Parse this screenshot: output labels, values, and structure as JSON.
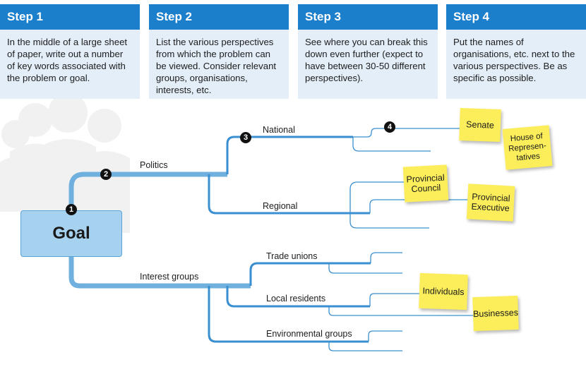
{
  "steps": [
    {
      "title": "Step 1",
      "text": "In the middle of a large sheet of paper, write out a number of key words associated with the problem or goal."
    },
    {
      "title": "Step 2",
      "text": "List the various perspectives from which the problem can be viewed. Consider relevant groups, organisations, interests, etc."
    },
    {
      "title": "Step 3",
      "text": "See where you can break this down even further (expect to have between 30-50 different perspectives)."
    },
    {
      "title": "Step 4",
      "text": "Put the names of organisations, etc. next to the various perspectives. Be as specific as possible."
    }
  ],
  "goal": "Goal",
  "branches": {
    "politics": "Politics",
    "interest_groups": "Interest groups",
    "national": "National",
    "regional": "Regional",
    "trade_unions": "Trade unions",
    "local_residents": "Local residents",
    "environmental_groups": "Environmental groups"
  },
  "markers": [
    "1",
    "2",
    "3",
    "4"
  ],
  "notes": {
    "senate": "Senate",
    "house": "House of Represen-tatives",
    "provincial_council": "Provincial Council",
    "provincial_executive": "Provincial Executive",
    "individuals": "Individuals",
    "businesses": "Businesses"
  },
  "colors": {
    "step_header": "#1b7fcc",
    "step_body": "#e3eef8",
    "branch": "#6fb0df",
    "thin_line": "#3a8fd0",
    "goal_fill": "#a6d2f0",
    "note": "#fbee5a",
    "people_silhouettes": "#f1f1f1"
  }
}
